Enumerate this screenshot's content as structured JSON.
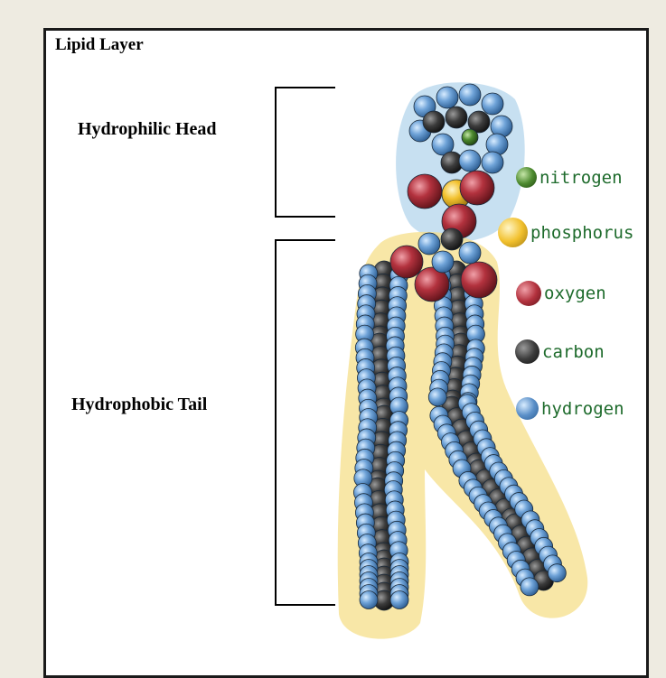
{
  "title": "Lipid Layer",
  "regions": {
    "head": "Hydrophilic Head",
    "tail": "Hydrophobic Tail"
  },
  "legend": [
    {
      "label": "nitrogen",
      "color": "#4d8a2f"
    },
    {
      "label": "phosphorus",
      "color": "#f2c12e"
    },
    {
      "label": "oxygen",
      "color": "#b3323e"
    },
    {
      "label": "carbon",
      "color": "#3c3c3c"
    },
    {
      "label": "hydrogen",
      "color": "#5a8fc8"
    }
  ],
  "colors": {
    "head_glow": "#b9d8ee",
    "tail_glow": "#f6df8a",
    "legend_text": "#1e6b2c"
  }
}
